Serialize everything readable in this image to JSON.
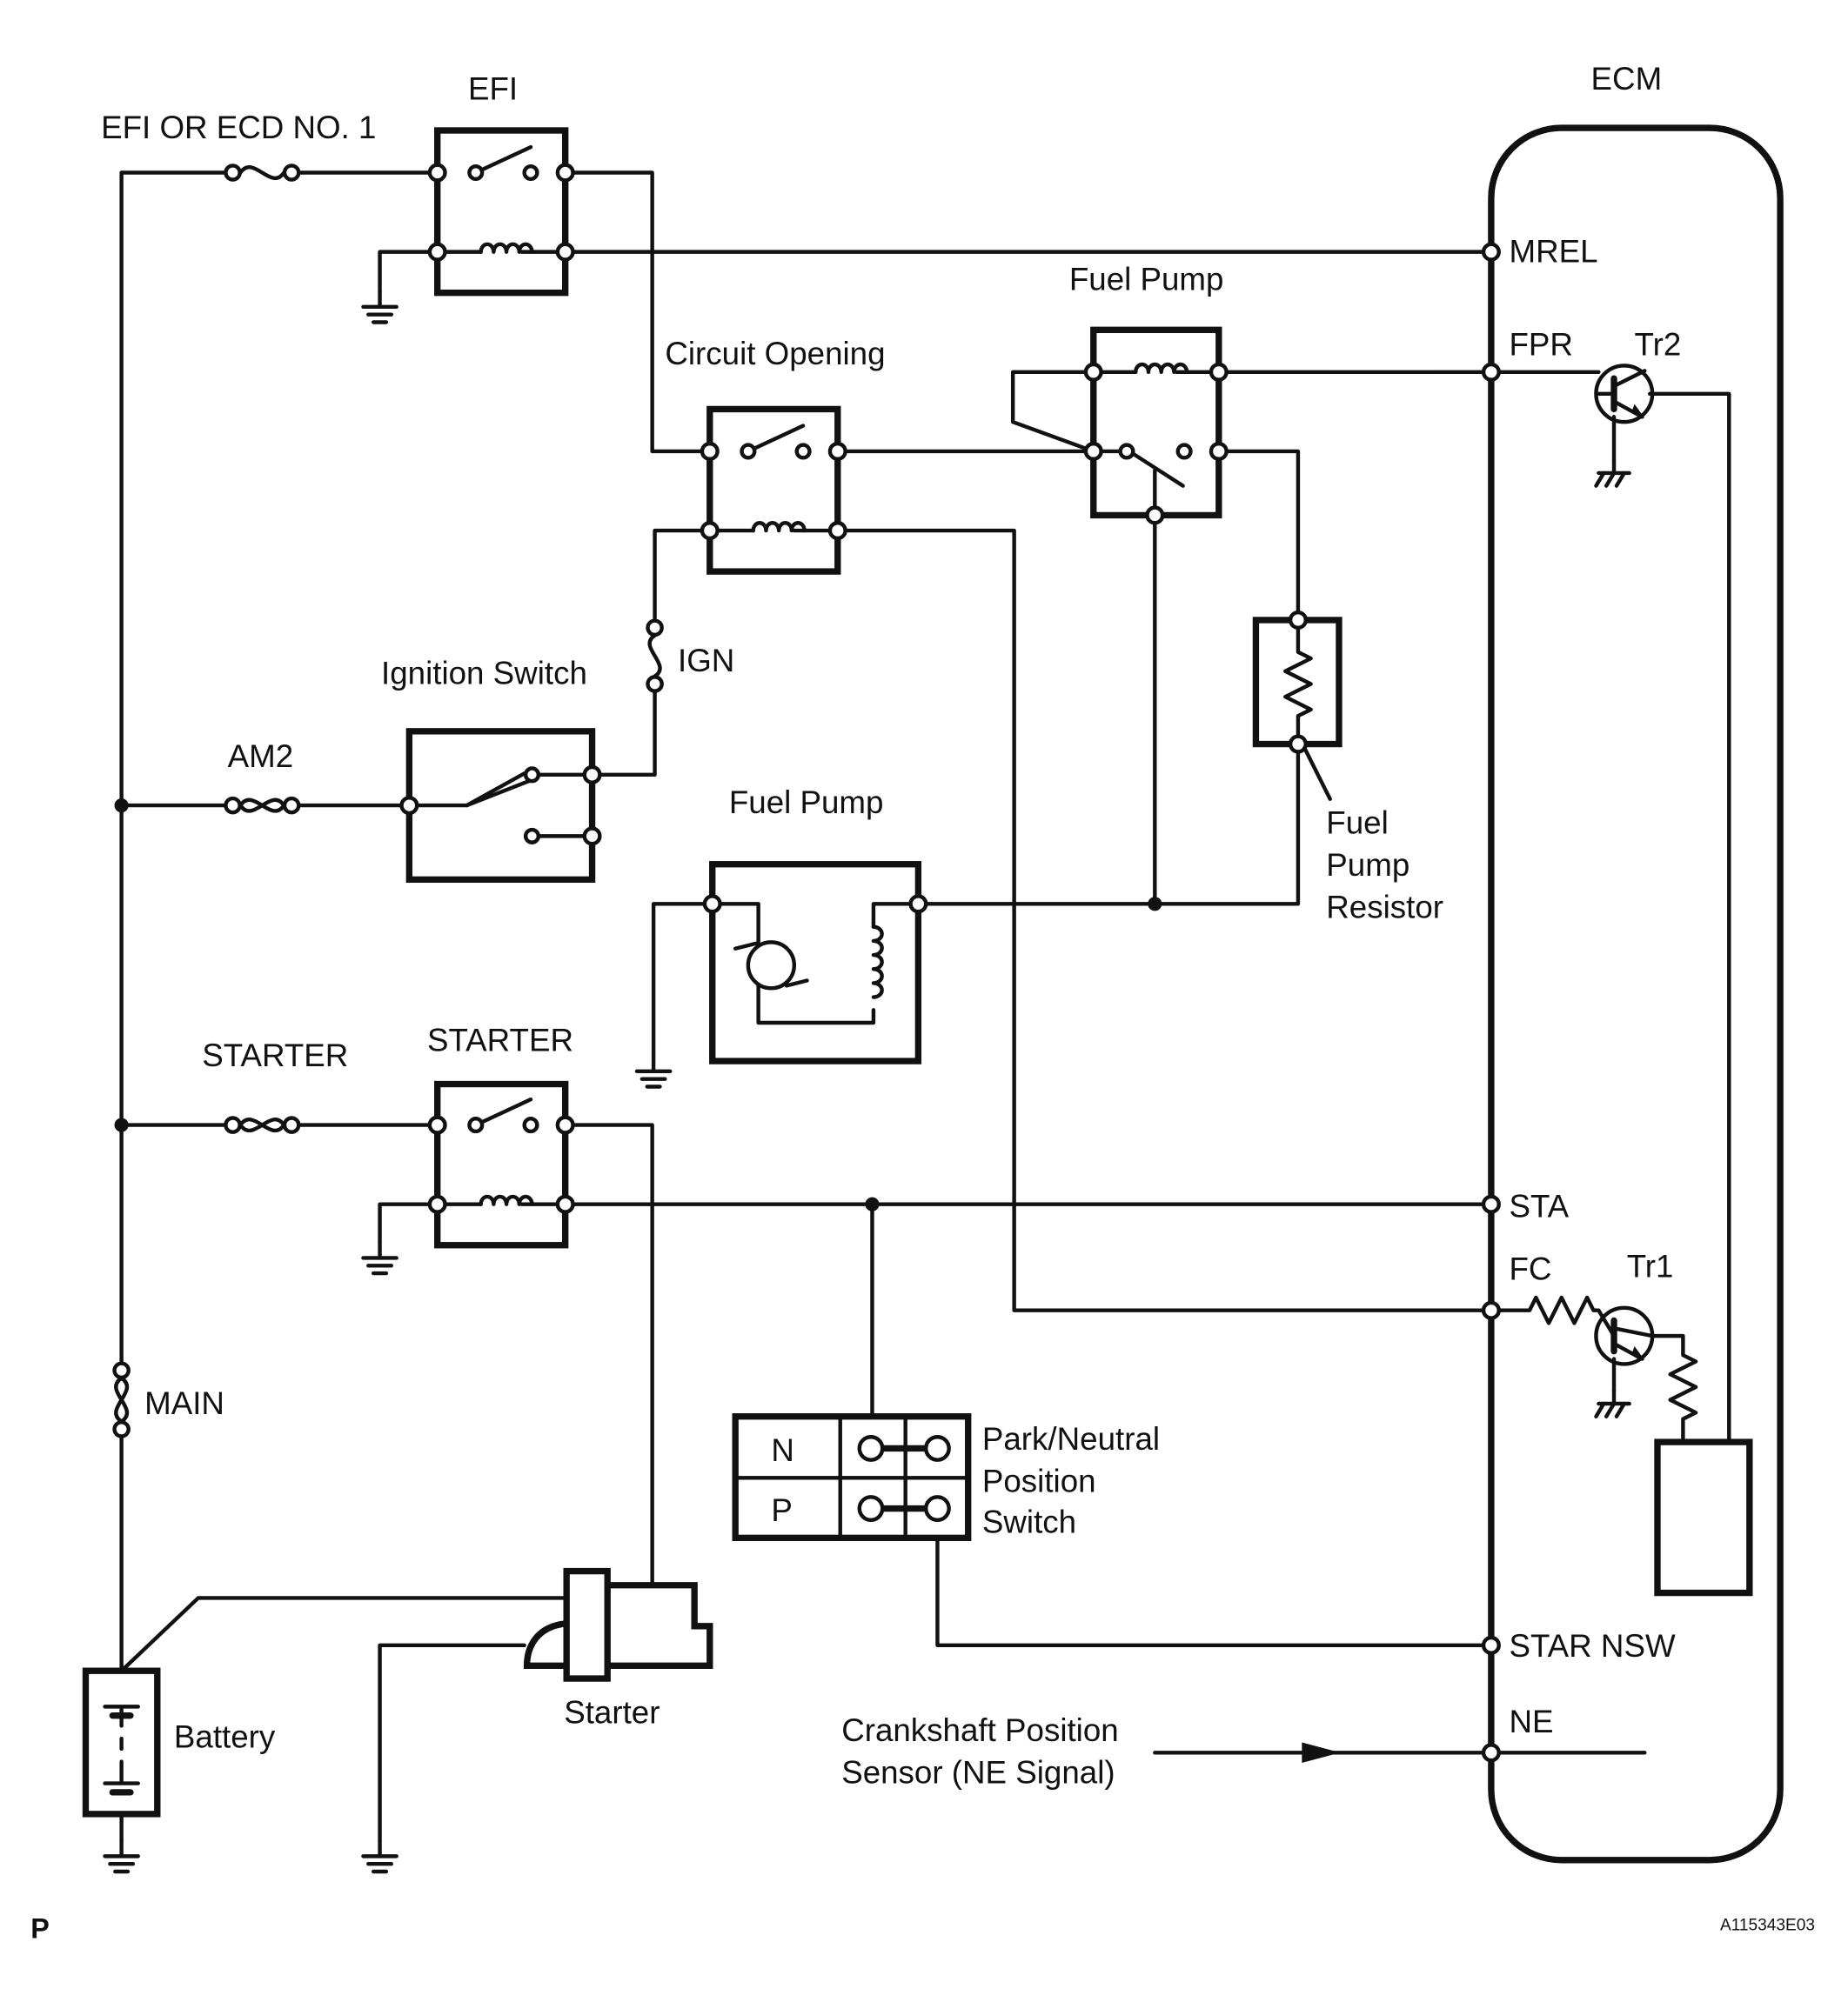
{
  "labels": {
    "efi_fuse": "EFI OR ECD NO. 1",
    "efi_relay": "EFI",
    "ecm": "ECM",
    "mrel": "MREL",
    "fuel_pump_relay": "Fuel Pump",
    "fpr": "FPR",
    "tr2": "Tr2",
    "circuit_opening": "Circuit Opening",
    "ign": "IGN",
    "ignition_switch": "Ignition Switch",
    "am2": "AM2",
    "fuel_pump": "Fuel Pump",
    "resistor_line1": "Fuel",
    "resistor_line2": "Pump",
    "resistor_line3": "Resistor",
    "starter_fuse": "STARTER",
    "starter_relay": "STARTER",
    "sta": "STA",
    "fc": "FC",
    "tr1": "Tr1",
    "main": "MAIN",
    "pnp_n": "N",
    "pnp_p": "P",
    "pnp_line1": "Park/Neutral",
    "pnp_line2": "Position",
    "pnp_line3": "Switch",
    "star_nsw": "STAR NSW",
    "ne": "NE",
    "crank_line1": "Crankshaft Position",
    "crank_line2": "Sensor (NE Signal)",
    "starter": "Starter",
    "battery": "Battery",
    "corner_p": "P",
    "ref_code": "A115343E03"
  }
}
